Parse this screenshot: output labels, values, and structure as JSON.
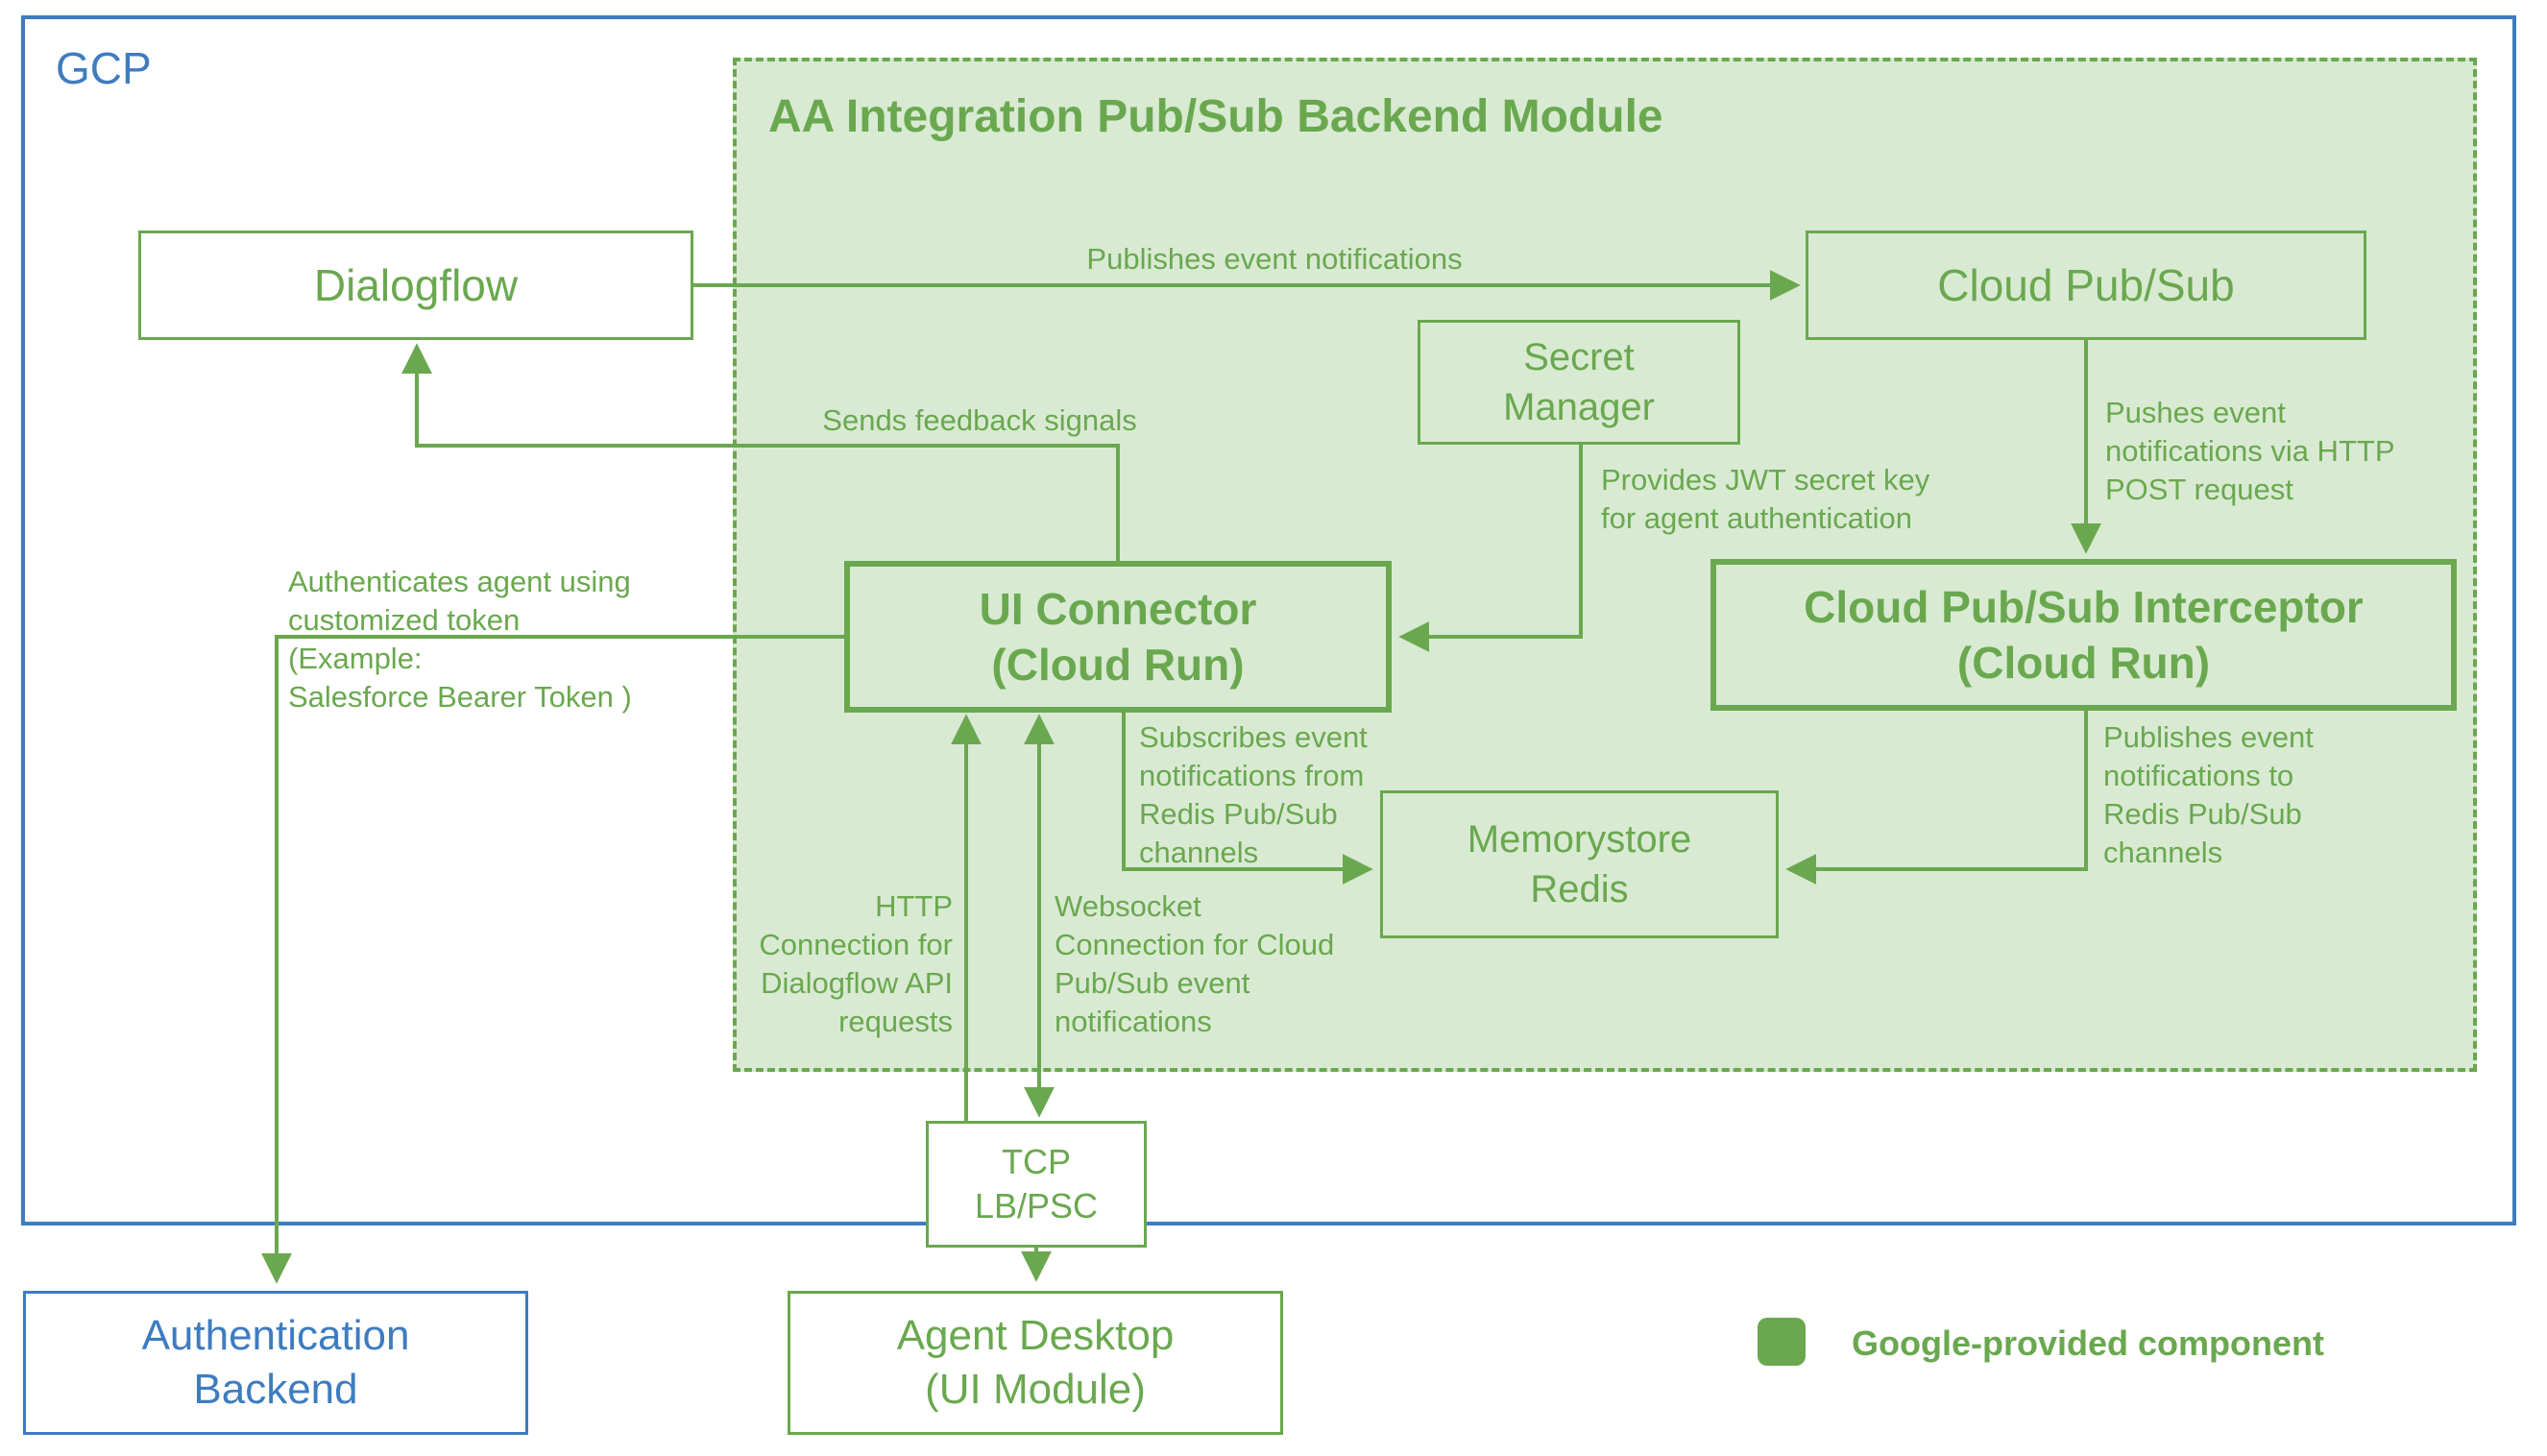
{
  "colors": {
    "green": "#6aa84f",
    "green_fill": "#d9ead3",
    "blue": "#3e7cbf",
    "white": "#ffffff"
  },
  "gcp": {
    "label": "GCP"
  },
  "module": {
    "title": "AA Integration Pub/Sub Backend Module"
  },
  "nodes": {
    "dialogflow": {
      "label": "Dialogflow"
    },
    "cloud_pubsub": {
      "label": "Cloud Pub/Sub"
    },
    "secret_manager": {
      "label": "Secret\nManager"
    },
    "ui_connector": {
      "label": "UI Connector\n(Cloud Run)"
    },
    "interceptor": {
      "label": "Cloud Pub/Sub Interceptor\n(Cloud Run)"
    },
    "memorystore": {
      "label": "Memorystore\nRedis"
    },
    "tcp_lb": {
      "label": "TCP\nLB/PSC"
    },
    "auth_backend": {
      "label": "Authentication\nBackend"
    },
    "agent_desktop": {
      "label": "Agent Desktop\n(UI Module)"
    }
  },
  "edges": {
    "publishes": {
      "label": "Publishes event notifications"
    },
    "pushes": {
      "label": "Pushes event\nnotifications via HTTP\nPOST request"
    },
    "feedback": {
      "label": "Sends feedback signals"
    },
    "jwt": {
      "label": "Provides JWT secret key\nfor agent authentication"
    },
    "auth": {
      "label": "Authenticates agent using\ncustomized token\n(Example:\nSalesforce Bearer Token )"
    },
    "http_conn": {
      "label": "HTTP\nConnection for\nDialogflow API\nrequests"
    },
    "ws_conn": {
      "label": "Websocket\nConnection for Cloud\nPub/Sub event\nnotifications"
    },
    "subscribes": {
      "label": "Subscribes event\nnotifications from\nRedis Pub/Sub\nchannels"
    },
    "redis_pub": {
      "label": "Publishes event\nnotifications to\nRedis Pub/Sub\nchannels"
    }
  },
  "legend": {
    "label": "Google-provided component"
  }
}
